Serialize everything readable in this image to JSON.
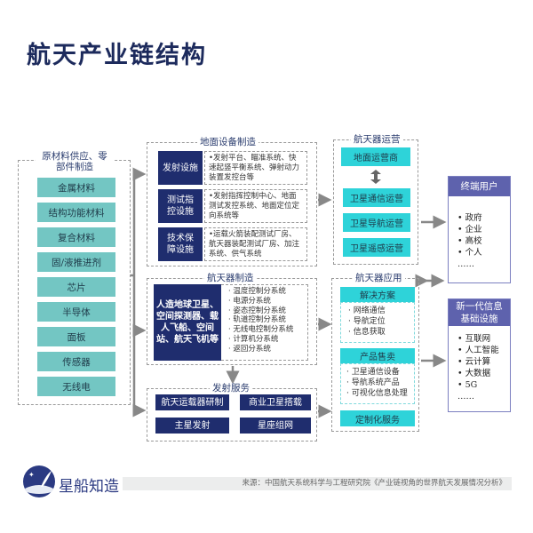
{
  "title": "航天产业链结构",
  "materials": {
    "title": "原材料供应、零部件制造",
    "items": [
      "金属材料",
      "结构功能材料",
      "复合材料",
      "固/液推进剂",
      "芯片",
      "半导体",
      "面板",
      "传感器",
      "无线电"
    ]
  },
  "ground": {
    "title": "地面设备制造",
    "rows": [
      {
        "label": "发射设施",
        "desc": "•发射平台、瞄准系统、快速起竖平衡系统、弹射动力装置发控台等"
      },
      {
        "label": "测试指控设施",
        "desc": "•发射指挥控制中心、地面测试发控系统、地面定位定向系统等"
      },
      {
        "label": "技术保障设施",
        "desc": "•运载火箭装配测试厂房、航天器装配测试厂房、加注系统、供气系统"
      }
    ]
  },
  "spacecraft": {
    "title": "航天器制造",
    "main": "人造地球卫星、空间探测器、载人飞船、空间站、航天飞机等",
    "subsystems": [
      "温度控制分系统",
      "电源分系统",
      "姿态控制分系统",
      "轨道控制分系统",
      "无线电控制分系统",
      "计算机分系统",
      "返回分系统"
    ]
  },
  "launch": {
    "title": "发射服务",
    "items": [
      "航天运载器研制",
      "商业卫星搭载",
      "主星发射",
      "星座组网"
    ]
  },
  "operations": {
    "title": "航天器运营",
    "items": [
      "地面运营商",
      "卫星通信运营",
      "卫星导航运营",
      "卫星遥感运营"
    ]
  },
  "applications": {
    "title": "航天器应用",
    "solutions": {
      "title": "解决方案",
      "items": [
        "网络通信",
        "导航定位",
        "信息获取"
      ]
    },
    "products": {
      "title": "产品售卖",
      "items": [
        "卫星通信设备",
        "导航系统产品",
        "可视化信息处理"
      ]
    },
    "custom": "定制化服务"
  },
  "end_users": {
    "title": "终端用户",
    "items": [
      "政府",
      "企业",
      "高校",
      "个人"
    ],
    "more": "……"
  },
  "infra": {
    "title": "新一代信息基础设施",
    "items": [
      "互联网",
      "人工智能",
      "云计算",
      "大数据",
      "5G"
    ],
    "more": "……"
  },
  "footer": {
    "brand": "星船知造",
    "source": "来源：中国航天系统科学与工程研究院《产业链视角的世界航天发展情况分析》"
  }
}
